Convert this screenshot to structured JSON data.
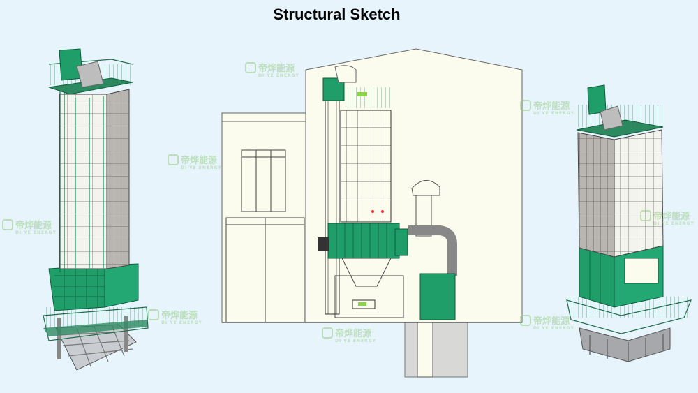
{
  "title": "Structural Sketch",
  "watermark": {
    "brand": "帝烨能源",
    "sub": "DI YE ENERGY"
  },
  "colors": {
    "background": "#e7f4fc",
    "tower_green": "#1f9e6a",
    "building_fill": "#fbfbee",
    "frame_gray": "#8c8c8c",
    "watermark_green": "#9ccf8a"
  },
  "views": [
    "left-isometric-view",
    "front-section-view",
    "right-isometric-view"
  ]
}
